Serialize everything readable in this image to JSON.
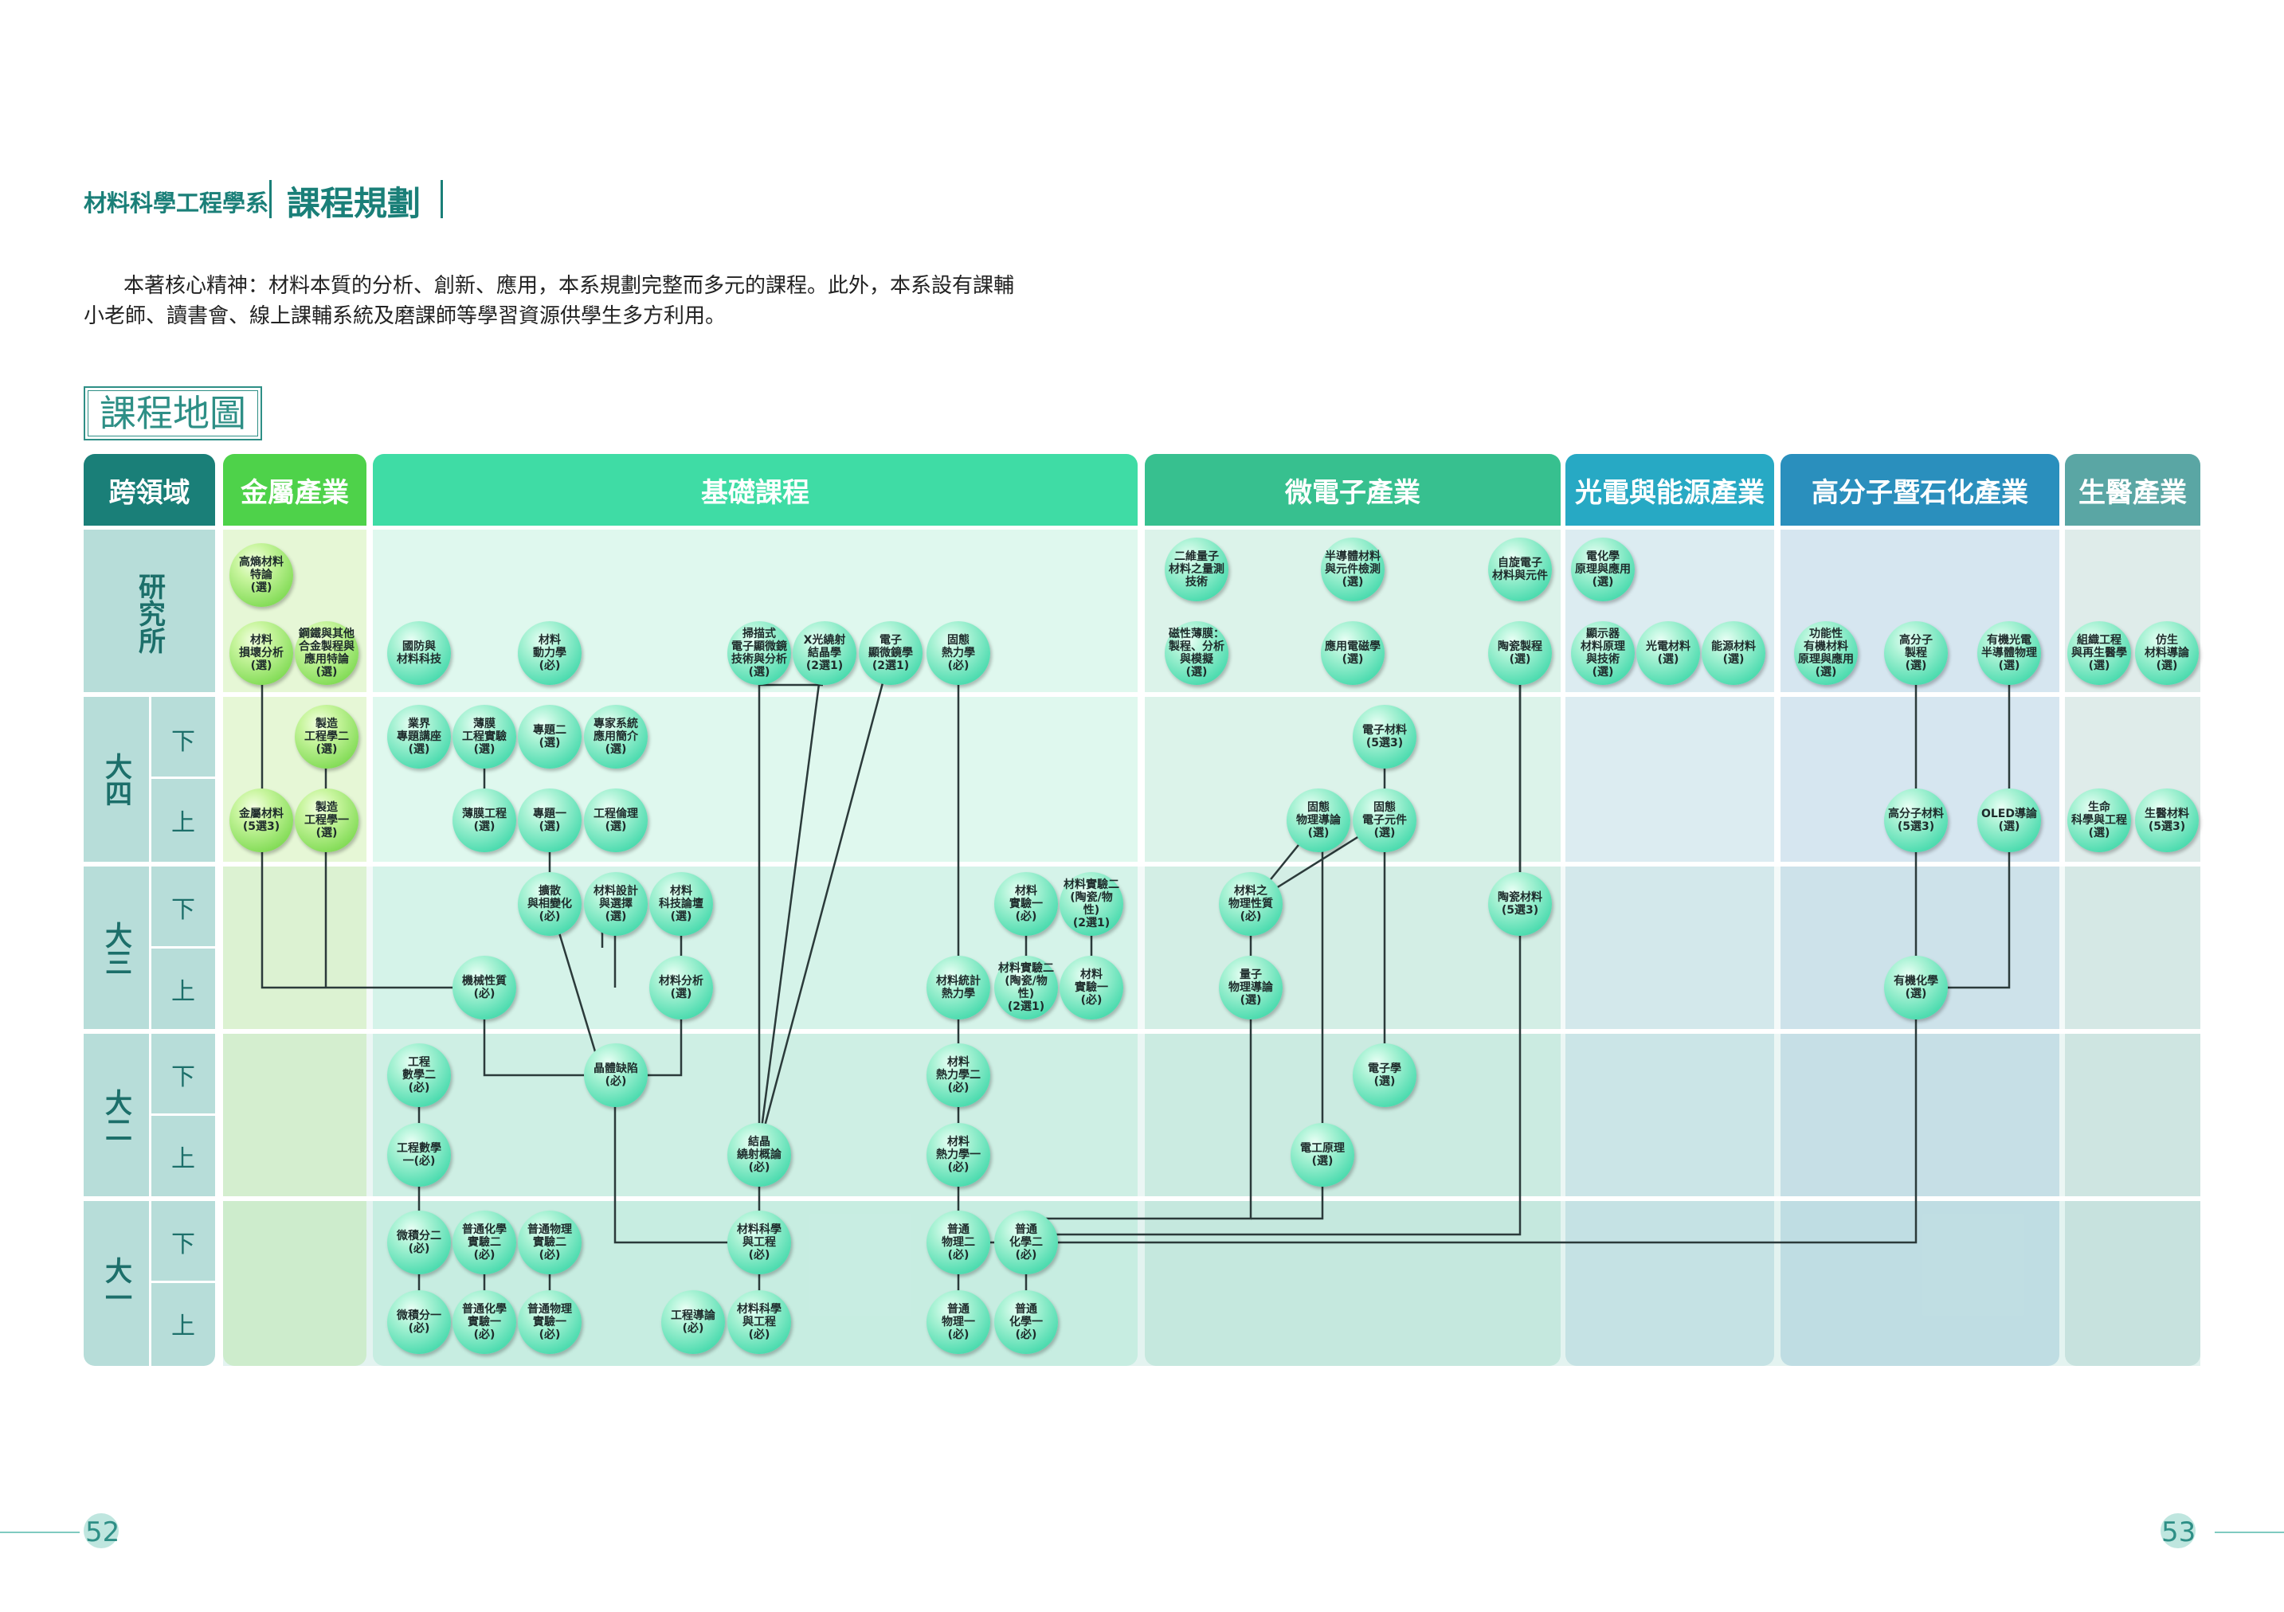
{
  "header": {
    "department": "材料科學工程學系",
    "title": "課程規劃"
  },
  "intro": {
    "line1": "本著核心精神：材料本質的分析、創新、應用，本系規劃完整而多元的課程。此外，本系設有課輔",
    "line2": "小老師、讀書會、線上課輔系統及磨課師等學習資源供學生多方利用。"
  },
  "map_title": "課程地圖",
  "columns": [
    {
      "id": "cross",
      "label": "跨領域",
      "head_color": "#1a7f78",
      "body_color": "#b7ddd9"
    },
    {
      "id": "metal",
      "label": "金屬產業",
      "head_color": "#4ed24a",
      "body_color": "#e6f7d6"
    },
    {
      "id": "basic",
      "label": "基礎課程",
      "head_color": "#3fdca5",
      "body_color": "#dff8ee"
    },
    {
      "id": "micro",
      "label": "微電子產業",
      "head_color": "#37c08f",
      "body_color": "#dcf3ea"
    },
    {
      "id": "opto",
      "label": "光電與能源產業",
      "head_color": "#27a9c4",
      "body_color": "#dcecf1"
    },
    {
      "id": "poly",
      "label": "高分子暨石化產業",
      "head_color": "#2a8fbd",
      "body_color": "#d6e6f0"
    },
    {
      "id": "bio",
      "label": "生醫產業",
      "head_color": "#5aa6a4",
      "body_color": "#dfecea"
    }
  ],
  "rows": {
    "grad": "研究所",
    "y4": "大四",
    "y3": "大三",
    "y2": "大二",
    "y1": "大一",
    "lower": "下",
    "upper": "上"
  },
  "nodes": [
    {
      "id": "n1",
      "text": "高熵材料\n特論\n(選)",
      "green": true
    },
    {
      "id": "n2",
      "text": "材料\n損壞分析\n(選)",
      "green": true
    },
    {
      "id": "n3",
      "text": "鋼鐵與其他\n合金製程與\n應用特論\n(選)",
      "green": true
    },
    {
      "id": "n4",
      "text": "國防與\n材料科技"
    },
    {
      "id": "n5",
      "text": "材料\n動力學\n(必)"
    },
    {
      "id": "n6",
      "text": "掃描式\n電子顯微鏡\n技術與分析\n(選)"
    },
    {
      "id": "n7",
      "text": "X光繞射\n結晶學\n(2選1)"
    },
    {
      "id": "n8",
      "text": "電子\n顯微鏡學\n(2選1)"
    },
    {
      "id": "n9",
      "text": "固態\n熱力學\n(必)"
    },
    {
      "id": "n10",
      "text": "二維量子\n材料之量測\n技術"
    },
    {
      "id": "n11",
      "text": "半導體材料\n與元件檢測\n(選)"
    },
    {
      "id": "n12",
      "text": "自旋電子\n材料與元件"
    },
    {
      "id": "n13",
      "text": "電化學\n原理與應用\n(選)"
    },
    {
      "id": "n14",
      "text": "磁性薄膜：\n製程、分析\n與模擬\n(選)"
    },
    {
      "id": "n15",
      "text": "應用電磁學\n(選)"
    },
    {
      "id": "n16",
      "text": "陶瓷製程\n(選)"
    },
    {
      "id": "n17",
      "text": "顯示器\n材料原理\n與技術\n(選)"
    },
    {
      "id": "n18",
      "text": "光電材料\n(選)"
    },
    {
      "id": "n19",
      "text": "能源材料\n(選)"
    },
    {
      "id": "n20",
      "text": "功能性\n有機材料\n原理與應用\n(選)"
    },
    {
      "id": "n21",
      "text": "高分子\n製程\n(選)"
    },
    {
      "id": "n22",
      "text": "有機光電\n半導體物理\n(選)"
    },
    {
      "id": "n23",
      "text": "組織工程\n與再生醫學\n(選)"
    },
    {
      "id": "n24",
      "text": "仿生\n材料導論\n(選)"
    },
    {
      "id": "n25",
      "text": "製造\n工程學二\n(選)",
      "green": true
    },
    {
      "id": "n26",
      "text": "業界\n專題講座\n(選)"
    },
    {
      "id": "n27",
      "text": "薄膜\n工程實驗\n(選)"
    },
    {
      "id": "n28",
      "text": "專題二\n(選)"
    },
    {
      "id": "n29",
      "text": "專家系統\n應用簡介\n(選)"
    },
    {
      "id": "n30",
      "text": "電子材料\n(5選3)"
    },
    {
      "id": "n31",
      "text": "金屬材料\n(5選3)",
      "green": true
    },
    {
      "id": "n32",
      "text": "製造\n工程學一\n(選)",
      "green": true
    },
    {
      "id": "n33",
      "text": "薄膜工程\n(選)"
    },
    {
      "id": "n34",
      "text": "專題一\n(選)"
    },
    {
      "id": "n35",
      "text": "工程倫理\n(選)"
    },
    {
      "id": "n36",
      "text": "固態\n物理導論\n(選)"
    },
    {
      "id": "n37",
      "text": "固態\n電子元件\n(選)"
    },
    {
      "id": "n38",
      "text": "高分子材料\n(5選3)"
    },
    {
      "id": "n39",
      "text": "OLED導論\n(選)"
    },
    {
      "id": "n40",
      "text": "生命\n科學與工程\n(選)"
    },
    {
      "id": "n41",
      "text": "生醫材料\n(5選3)"
    },
    {
      "id": "n42",
      "text": "擴散\n與相變化\n(必)"
    },
    {
      "id": "n43",
      "text": "材料設計\n與選擇\n(選)"
    },
    {
      "id": "n44",
      "text": "材料\n科技論壇\n(選)"
    },
    {
      "id": "n45",
      "text": "材料\n實驗一\n(必)"
    },
    {
      "id": "n46",
      "text": "材料實驗二\n(陶瓷/物性)\n(2選1)"
    },
    {
      "id": "n47",
      "text": "材料之\n物理性質\n(必)"
    },
    {
      "id": "n48",
      "text": "陶瓷材料\n(5選3)"
    },
    {
      "id": "n49",
      "text": "機械性質\n(必)"
    },
    {
      "id": "n50",
      "text": "材料分析\n(選)"
    },
    {
      "id": "n51",
      "text": "材料統計\n熱力學"
    },
    {
      "id": "n52",
      "text": "材料實驗二\n(陶瓷/物性)\n(2選1)"
    },
    {
      "id": "n53",
      "text": "材料\n實驗一\n(必)"
    },
    {
      "id": "n54",
      "text": "量子\n物理導論\n(選)"
    },
    {
      "id": "n55",
      "text": "有機化學\n(選)"
    },
    {
      "id": "n56",
      "text": "工程\n數學二\n(必)"
    },
    {
      "id": "n57",
      "text": "晶體缺陷\n(必)"
    },
    {
      "id": "n58",
      "text": "材料\n熱力學二\n(必)"
    },
    {
      "id": "n59",
      "text": "電子學\n(選)"
    },
    {
      "id": "n60",
      "text": "工程數學\n一(必)"
    },
    {
      "id": "n61",
      "text": "結晶\n繞射概論\n(必)"
    },
    {
      "id": "n62",
      "text": "材料\n熱力學一\n(必)"
    },
    {
      "id": "n63",
      "text": "電工原理\n(選)"
    },
    {
      "id": "n64",
      "text": "微積分二\n(必)"
    },
    {
      "id": "n65",
      "text": "普通化學\n實驗二\n(必)"
    },
    {
      "id": "n66",
      "text": "普通物理\n實驗二\n(必)"
    },
    {
      "id": "n67",
      "text": "材料科學\n與工程\n(必)"
    },
    {
      "id": "n68",
      "text": "普通\n物理二\n(必)"
    },
    {
      "id": "n69",
      "text": "普通\n化學二\n(必)"
    },
    {
      "id": "n70",
      "text": "微積分一\n(必)"
    },
    {
      "id": "n71",
      "text": "普通化學\n實驗一\n(必)"
    },
    {
      "id": "n72",
      "text": "普通物理\n實驗一\n(必)"
    },
    {
      "id": "n73",
      "text": "工程導論\n(必)"
    },
    {
      "id": "n74",
      "text": "材料科學\n與工程\n(必)"
    },
    {
      "id": "n75",
      "text": "普通\n物理一\n(必)"
    },
    {
      "id": "n76",
      "text": "普通\n化學一\n(必)"
    }
  ],
  "pages": {
    "left": "52",
    "right": "53"
  }
}
